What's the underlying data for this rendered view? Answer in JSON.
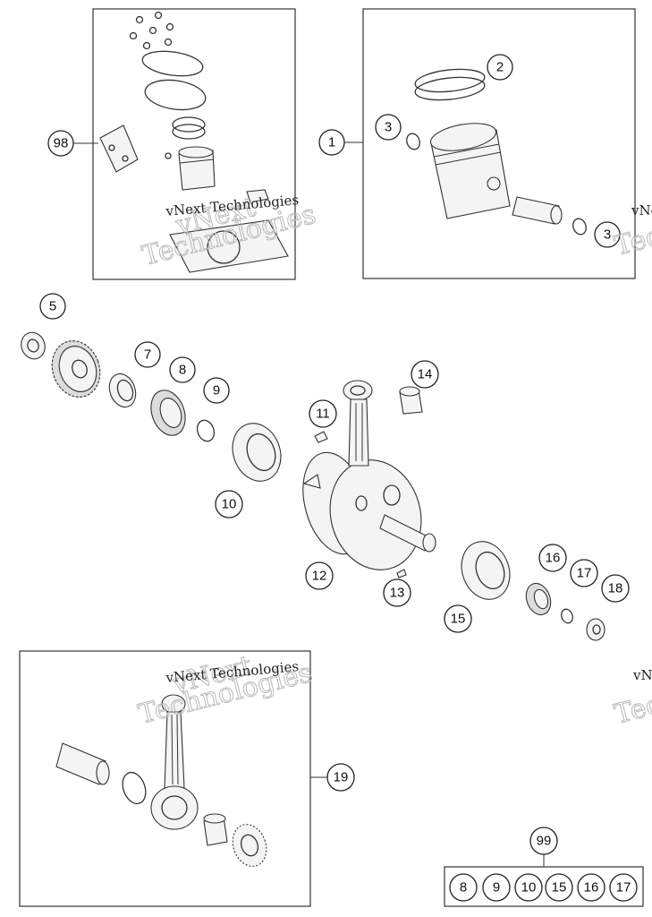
{
  "callouts": {
    "c98": "98",
    "c1": "1",
    "c2": "2",
    "c3a": "3",
    "c3b": "3",
    "c5": "5",
    "c7": "7",
    "c8": "8",
    "c9": "9",
    "c10": "10",
    "c11": "11",
    "c12": "12",
    "c13": "13",
    "c14": "14",
    "c15": "15",
    "c16": "16",
    "c17": "17",
    "c18": "18",
    "c19": "19",
    "c99": "99"
  },
  "kit99_items": [
    "8",
    "9",
    "10",
    "15",
    "16",
    "17"
  ],
  "watermark": {
    "line1": "vNext Technologies",
    "line2a": "vNext",
    "line2b": "Technologies",
    "edge_a": "vNe",
    "edge_b": "Tec"
  }
}
